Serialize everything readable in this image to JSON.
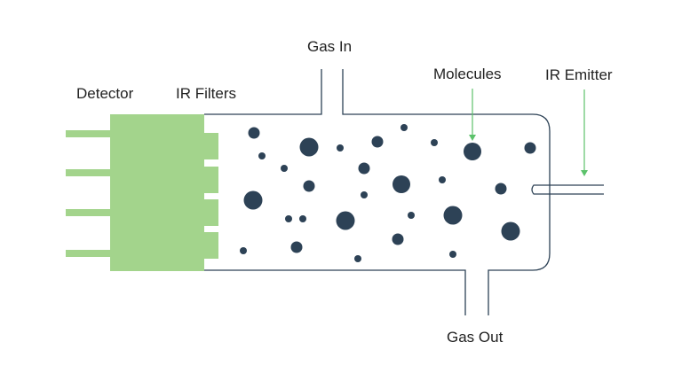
{
  "labels": {
    "gas_in": "Gas In",
    "molecules": "Molecules",
    "ir_emitter": "IR Emitter",
    "detector": "Detector",
    "ir_filters": "IR Filters",
    "gas_out": "Gas Out"
  },
  "colors": {
    "detector_fill": "#a3d48c",
    "molecule_fill": "#2d4256",
    "chamber_stroke": "#2d4256",
    "arrow_color": "#5cc26b",
    "text_color": "#222222"
  }
}
